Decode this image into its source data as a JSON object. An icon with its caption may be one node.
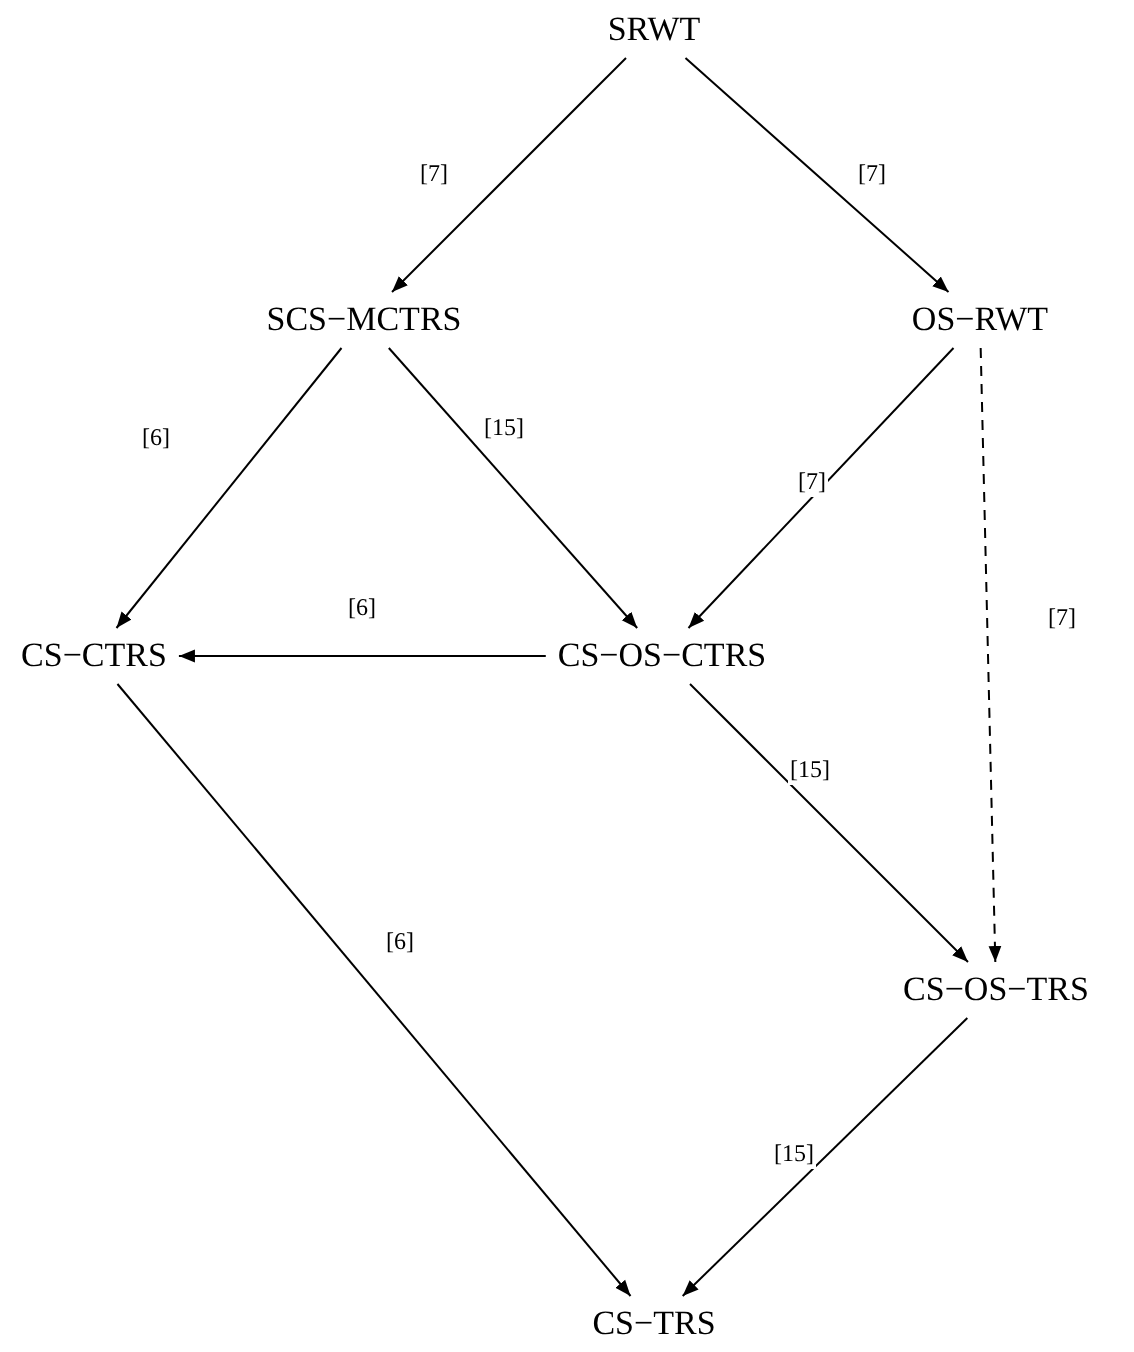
{
  "diagram": {
    "nodes": [
      {
        "text": [
          "SRWT"
        ]
      },
      {
        "text": [
          "SCS−MCTRS"
        ]
      },
      {
        "text": [
          "OS−RWT"
        ]
      },
      {
        "text": [
          "CS−CTRS"
        ]
      },
      {
        "text": [
          "CS−OS−CTRS"
        ]
      },
      {
        "text": [
          "CS−OS−TRS"
        ]
      },
      {
        "text": [
          "CS−TRS"
        ]
      }
    ],
    "edges": [
      {
        "from": 0,
        "to": 1,
        "arrow": "to",
        "label": "[7]"
      },
      {
        "from": 0,
        "to": 2,
        "arrow": "to",
        "label": "[7]"
      },
      {
        "from": 1,
        "to": 3,
        "arrow": "to",
        "label": "[6]"
      },
      {
        "from": 1,
        "to": 4,
        "arrow": "to",
        "label": "[15]"
      },
      {
        "from": 2,
        "to": 4,
        "arrow": "to",
        "label": "[7]"
      },
      {
        "from": 2,
        "to": 5,
        "arrow": "to",
        "label": "[7]",
        "style": "dashed"
      },
      {
        "from": 4,
        "to": 3,
        "arrow": "to",
        "label": "[6]"
      },
      {
        "from": 4,
        "to": 5,
        "arrow": "to",
        "label": "[15]"
      },
      {
        "from": 3,
        "to": 6,
        "arrow": "to",
        "label": "[6]"
      },
      {
        "from": 5,
        "to": 6,
        "arrow": "to",
        "label": "[15]"
      }
    ]
  }
}
